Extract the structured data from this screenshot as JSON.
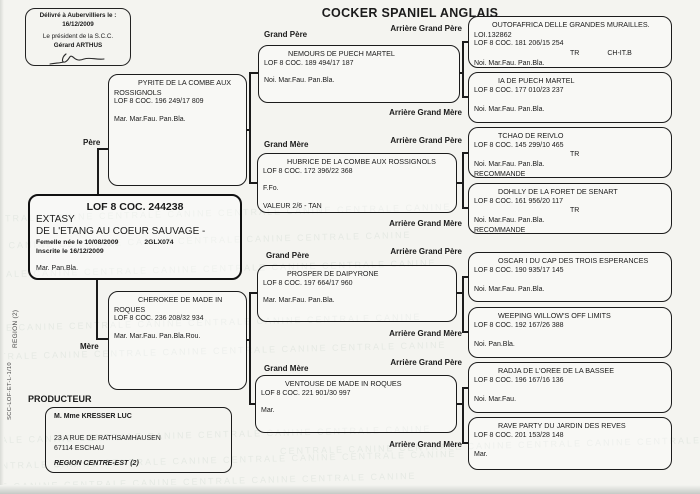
{
  "page": {
    "title": "COCKER SPANIEL ANGLAIS"
  },
  "stamp": {
    "line1": "Délivré à Aubervilliers le :",
    "line2": "16/12/2009",
    "line3": "Le président de la S.C.C.",
    "line4": "Gérard ARTHUS"
  },
  "margin": {
    "region_code": "REGION (2)",
    "form_code": "SCC-LOF-ET-L-1/10"
  },
  "labels": {
    "pere": "Père",
    "mere": "Mère",
    "grand_pere_top": "Grand Père",
    "grand_mere_top": "Grand Mère",
    "grand_pere_bottom": "Grand Père",
    "grand_mere_bottom": "Grand Mère",
    "agp1": "Arrière Grand Père",
    "agm1": "Arrière Grand Mère",
    "agp2": "Arrière Grand Père",
    "agm2": "Arrière Grand Mère",
    "agp3": "Arrière Grand Père",
    "agm3": "Arrière Grand Mère",
    "agp4": "Arrière Grand Père",
    "agm4": "Arrière Grand Mère",
    "producteur": "PRODUCTEUR"
  },
  "subject": {
    "lof": "LOF 8 COC. 244238",
    "name1": "EXTASY",
    "name2": "DE L'ETANG AU COEUR SAUVAGE -",
    "sex_birth": "Femelle née le  10/08/2009",
    "tattoo": "2GLX074",
    "inscription": "Inscrite le 16/12/2009",
    "coat": "Mar. Pan.Bla."
  },
  "father": {
    "name": "PYRITE  DE LA COMBE AUX ROSSIGNOLS",
    "lof": "LOF 8 COC. 196 249/17 809",
    "coat": "Mar. Mar.Fau. Pan.Bla."
  },
  "mother": {
    "name": "CHEROKEE  DE MADE IN ROQUES",
    "lof": "LOF 8 COC. 236 208/32 934",
    "coat": "Mar. Mar.Fau. Pan.Bla.Rou."
  },
  "grandparents": [
    {
      "name": "NEMOURS  DE PUECH MARTEL",
      "lof": "LOF 8 COC. 189 494/17 187",
      "coat": "Noi. Mar.Fau. Pan.Bla.",
      "note": ""
    },
    {
      "name": "HUBRICE  DE LA COMBE AUX ROSSIGNOLS",
      "lof": "LOF 8 COC. 172 396/22 368",
      "coat": "F.Fo.",
      "note": "VALEUR 2/6 - TAN"
    },
    {
      "name": "PROSPER  DE DAIPYRONE",
      "lof": "LOF 8 COC. 197 664/17 960",
      "coat": "Mar. Mar.Fau. Pan.Bla.",
      "note": ""
    },
    {
      "name": "VENTOUSE  DE MADE IN ROQUES",
      "lof": "LOF 8 COC. 221 901/30 997",
      "coat": "Mar.",
      "note": ""
    }
  ],
  "great_grandparents": [
    {
      "name": "OUTOFAFRICA DELLE GRANDES MURAILLES. LOI.132862",
      "lof": "LOF 8 COC. 181 206/15 254",
      "title1": "TR",
      "title2": "CH-IT.B",
      "coat": "Noi. Mar.Fau. Pan.Bla.",
      "mention": ""
    },
    {
      "name": "IA  DE PUECH MARTEL",
      "lof": "LOF 8 COC. 177 010/23 237",
      "title1": "",
      "title2": "",
      "coat": "Noi. Mar.Fau. Pan.Bla.",
      "mention": ""
    },
    {
      "name": "TCHAO DE REIVLO",
      "lof": "LOF 8 COC. 145 299/10 465",
      "title1": "TR",
      "title2": "",
      "coat": "Noi. Mar.Fau. Pan.Bla.",
      "mention": "RECOMMANDE"
    },
    {
      "name": "DOHLLY DE LA FORET DE SENART",
      "lof": "LOF 8 COC. 161 956/20 117",
      "title1": "TR",
      "title2": "",
      "coat": "Noi. Mar.Fau. Pan.Bla.",
      "mention": "RECOMMANDE"
    },
    {
      "name": "OSCAR I  DU CAP DES TROIS ESPERANCES",
      "lof": "LOF 8 COC. 190 935/17 145",
      "title1": "",
      "title2": "",
      "coat": "Noi. Mar.Fau. Pan.Bla.",
      "mention": ""
    },
    {
      "name": "WEEPING WILLOW'S OFF LIMITS",
      "lof": "LOF 8 COC. 192 167/26 388",
      "title1": "",
      "title2": "",
      "coat": "Noi. Pan.Bla.",
      "mention": ""
    },
    {
      "name": "RADJA  DE L'OREE DE LA BASSEE",
      "lof": "LOF 8 COC. 196 167/16 136",
      "title1": "",
      "title2": "",
      "coat": "Noi. Mar.Fau.",
      "mention": ""
    },
    {
      "name": "RAVE PARTY  DU JARDIN DES REVES",
      "lof": "LOF 8 COC. 201 153/28 148",
      "title1": "",
      "title2": "",
      "coat": "Mar.",
      "mention": ""
    }
  ],
  "producer": {
    "name": "M. Mme KRESSER LUC",
    "address1": "23 A RUE DE RATHSAMHAUSEN",
    "address2": "67114 ESCHAU",
    "region": "REGION CENTRE-EST (2)"
  },
  "watermark": "CENTRALE CANINE CENTRALE CANINE CENTRALE CANINE CENTRALE CANINE"
}
